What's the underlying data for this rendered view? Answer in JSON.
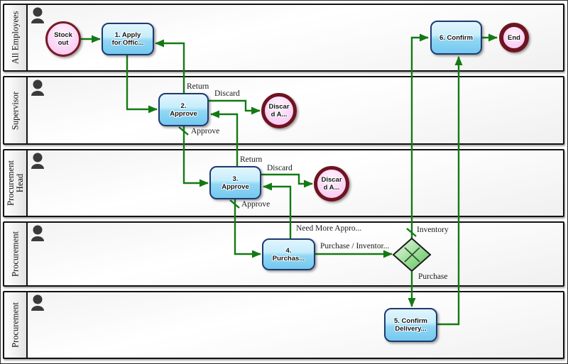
{
  "lanes": [
    {
      "title": "All Employees"
    },
    {
      "title": "Supervisor"
    },
    {
      "title": "Procurement Head"
    },
    {
      "title": "Procurement"
    },
    {
      "title": "Procurement"
    }
  ],
  "nodes": {
    "start": {
      "line1": "Stock",
      "line2": "out"
    },
    "task1": {
      "line1": "1. Apply",
      "line2": "for Offic..."
    },
    "task2": {
      "line1": "2.",
      "line2": "Approve"
    },
    "task3": {
      "line1": "3.",
      "line2": "Approve"
    },
    "task4": {
      "line1": "4.",
      "line2": "Purchas..."
    },
    "task5": {
      "line1": "5. Confirm",
      "line2": "Delivery..."
    },
    "task6": {
      "label": "6. Confirm"
    },
    "end": {
      "label": "End"
    },
    "discard1": {
      "line1": "Discar",
      "line2": "d A..."
    },
    "discard2": {
      "line1": "Discar",
      "line2": "d A..."
    },
    "gateway": {
      "type": "exclusive-gateway"
    }
  },
  "flow_labels": {
    "return1": "Return",
    "discard1": "Discard",
    "approve1": "Approve",
    "return2": "Return",
    "discard2": "Discard",
    "approve2": "Approve",
    "need_more": "Need More Appro...",
    "purchase_inventory": "Purchase / Inventor...",
    "inventory": "Inventory",
    "purchase": "Purchase"
  },
  "colors": {
    "flow_green": "#137a13",
    "task_border": "#1e3a70",
    "task_fill": "#8ed5f3",
    "event_border": "#6e1420",
    "event_fill": "#fbd7f6",
    "gateway_fill": "#5fc55f",
    "lane_border": "#121212"
  }
}
